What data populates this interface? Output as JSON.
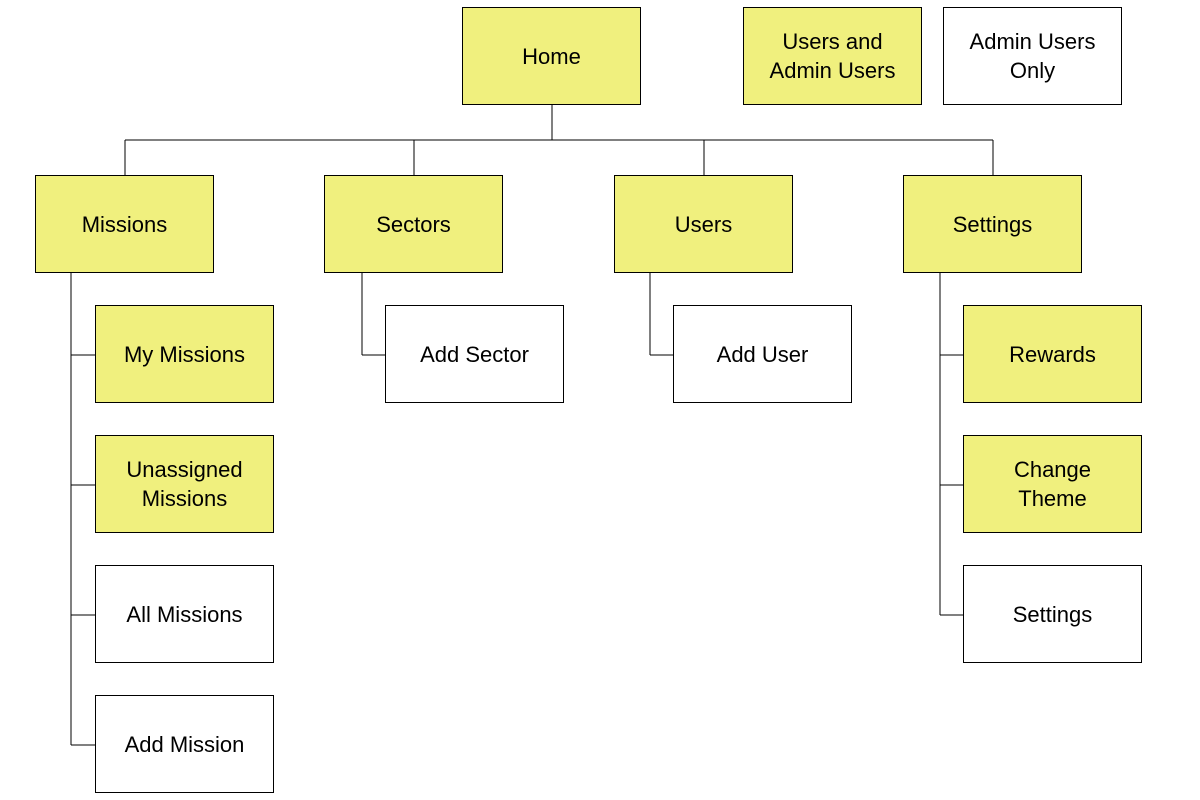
{
  "colors": {
    "both_users": "#f0f07e",
    "admin_only": "#ffffff",
    "line": "#000000"
  },
  "legend": {
    "both": "Users and\nAdmin Users",
    "admin": "Admin Users\nOnly"
  },
  "nodes": {
    "home": "Home",
    "missions": "Missions",
    "sectors": "Sectors",
    "users": "Users",
    "settings": "Settings",
    "my_missions": "My Missions",
    "unassigned_missions": "Unassigned\nMissions",
    "all_missions": "All Missions",
    "add_mission": "Add Mission",
    "add_sector": "Add Sector",
    "add_user": "Add User",
    "rewards": "Rewards",
    "change_theme": "Change\nTheme",
    "settings_page": "Settings"
  }
}
